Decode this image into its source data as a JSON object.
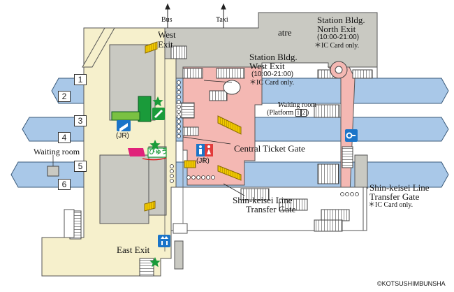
{
  "top_exits": {
    "bus": "Bus",
    "taxi": "Taxi"
  },
  "west_exit": "West\nExit",
  "east_exit": "East Exit",
  "atre": "atre",
  "north_exit": {
    "title_line1": "Station Bldg.",
    "title_line2": "North Exit",
    "hours": "(10:00-21:00)",
    "note": "＊IC Card only."
  },
  "west_exit_bldg": {
    "title_line1": "Station Bldg.",
    "title_line2": "West Exit",
    "hours": "(10:00-21:00)",
    "note": "＊IC Card only."
  },
  "waiting_room_platform": {
    "line1": "Waiting room",
    "line2": "(Platform ",
    "p1": "1",
    "p2": "2",
    "close": ")"
  },
  "waiting_room_left": "Waiting room",
  "central_ticket_gate": "Central Ticket Gate",
  "jr_left": "(JR)",
  "jr_toilet": "(JR)",
  "shinkeisei_transfer_gate": {
    "line1": "Shin-keisei Line",
    "line2": "Transfer Gate"
  },
  "shinkeisei_transfer_gate_right": {
    "line1": "Shin-keisei Line",
    "line2": "Transfer Gate",
    "note": "＊IC Card only."
  },
  "platform_numbers": [
    "1",
    "2",
    "3",
    "4",
    "5",
    "6"
  ],
  "copyright": "©KOTSUSHIMBUNSHA",
  "view_sign": "びゅう",
  "colors": {
    "platform": "#a9c8e8",
    "concourse": "#f6f0cc",
    "building": "#c9c9c2",
    "ticket_area": "#f4b8b3",
    "green": "#1a9b3a",
    "view_magenta": "#e0227a",
    "escalator": "#f0c800",
    "info_blue": "#1a74c8"
  },
  "icons": [
    "green-star-icon",
    "ticket-machine-icon",
    "view-plaza-icon",
    "toilet-icon",
    "key-locker-icon",
    "elevator-icon",
    "escalator-icon",
    "stairs-icon",
    "arrow-up-icon"
  ]
}
